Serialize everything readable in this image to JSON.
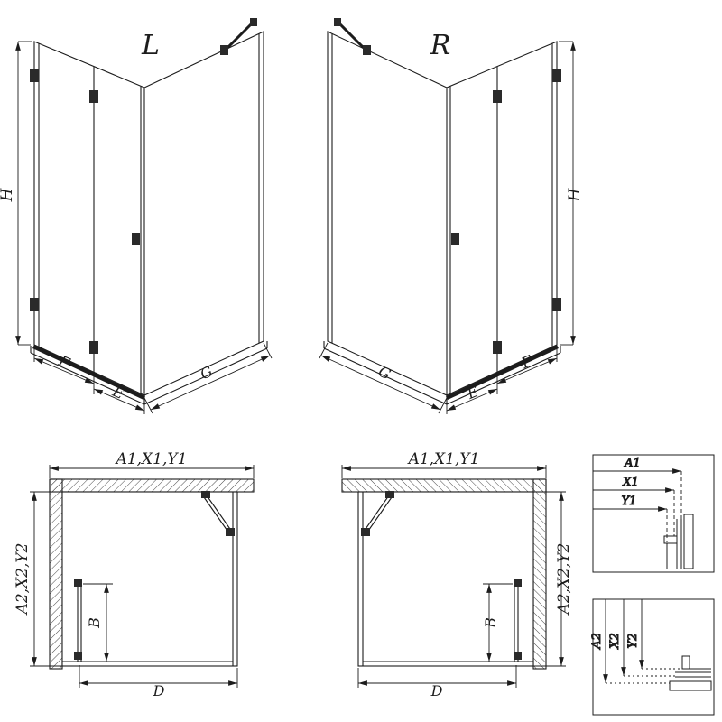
{
  "colors": {
    "background": "#ffffff",
    "line": "#1c1c1c"
  },
  "iso_left": {
    "variant": "L",
    "dim_height": "H",
    "dim_front_fixed": "F",
    "dim_door": "E",
    "dim_side": "G"
  },
  "iso_right": {
    "variant": "R",
    "dim_height": "H",
    "dim_front_fixed": "F",
    "dim_door": "E",
    "dim_side": "G"
  },
  "plan_left": {
    "dim_width_group": "A1,X1,Y1",
    "dim_depth_group": "A2,X2,Y2",
    "dim_door_width": "B",
    "dim_entry": "D"
  },
  "plan_right": {
    "dim_width_group": "A1,X1,Y1",
    "dim_depth_group": "A2,X2,Y2",
    "dim_door_width": "B",
    "dim_entry": "D"
  },
  "detail_width": {
    "labels": [
      "A1",
      "X1",
      "Y1"
    ]
  },
  "detail_depth": {
    "labels": [
      "A2",
      "X2",
      "Y2"
    ]
  }
}
